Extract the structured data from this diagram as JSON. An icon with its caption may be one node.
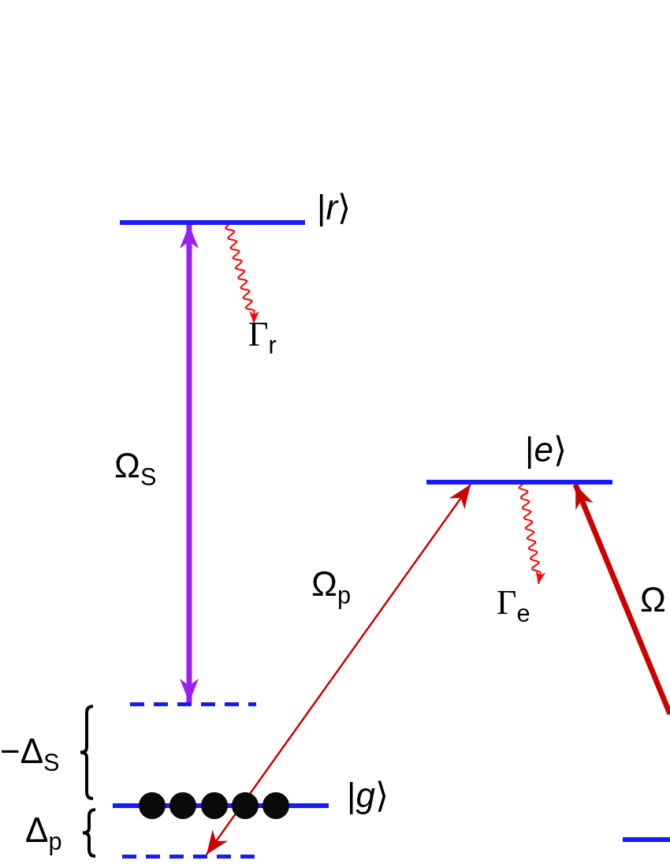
{
  "diagram": {
    "nodes": [
      {
        "text": [
          "|*r*⟩"
        ]
      },
      {
        "text": [],
        "shape": "bar"
      },
      {
        "text": [
          "|*g*⟩"
        ]
      },
      {
        "text": [],
        "shape": "bar"
      },
      {
        "text": [
          "|*e*⟩"
        ]
      },
      {
        "text": [],
        "shape": "bar"
      }
    ],
    "edges": [
      {
        "from": 0,
        "to": 1,
        "arrow": "both",
        "label": "Ω$_{S}$",
        "style": "thick",
        "color": "#9b1ff0"
      },
      {
        "from": 4,
        "to": 3,
        "arrow": "both",
        "label": "Ω$_{p}$",
        "color": "#cc0000"
      },
      {
        "from": null,
        "to": 4,
        "arrow": "to",
        "label": "Ω",
        "style": "thick",
        "color": "#cc0000"
      },
      {
        "from": 0,
        "to": null,
        "arrow": "to",
        "label": "Γ$_{r}$",
        "color": "#ff0000"
      },
      {
        "from": 4,
        "to": null,
        "arrow": "to",
        "label": "Γ$_{e}$",
        "color": "#ff0000"
      }
    ],
    "labels": [
      "−Δ$_{S}$",
      "Δ$_{p}$"
    ]
  }
}
